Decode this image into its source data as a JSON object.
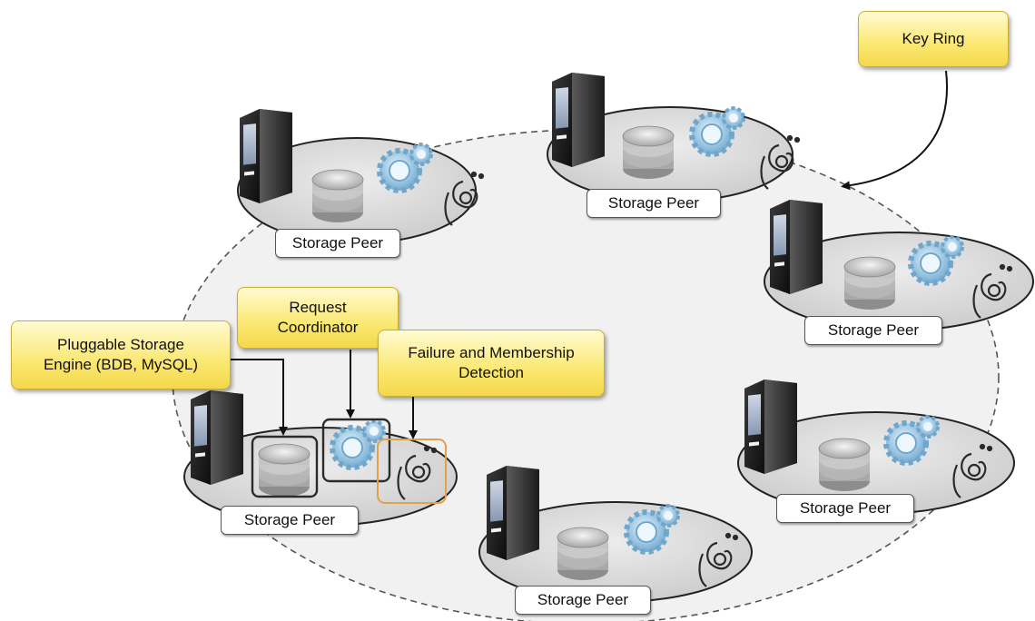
{
  "peer_label": "Storage Peer",
  "callouts": {
    "key_ring": "Key Ring",
    "request_coordinator": "Request\nCoordinator",
    "pluggable_storage": "Pluggable Storage\nEngine (BDB, MySQL)",
    "failure_membership": "Failure and Membership\nDetection"
  },
  "peers": [
    {
      "id": "top-left"
    },
    {
      "id": "top-center"
    },
    {
      "id": "right-upper"
    },
    {
      "id": "left-highlighted"
    },
    {
      "id": "bottom-center"
    },
    {
      "id": "right-lower"
    }
  ],
  "colors": {
    "callout_fill": "#fbe872",
    "ring_line": "#555555",
    "highlight_storage": "#2b2b2b",
    "highlight_coordinator": "#2b2b2b",
    "highlight_detection": "#e0a14a"
  },
  "icons": [
    "server-icon",
    "database-icon",
    "gears-icon",
    "stethoscope-icon"
  ]
}
